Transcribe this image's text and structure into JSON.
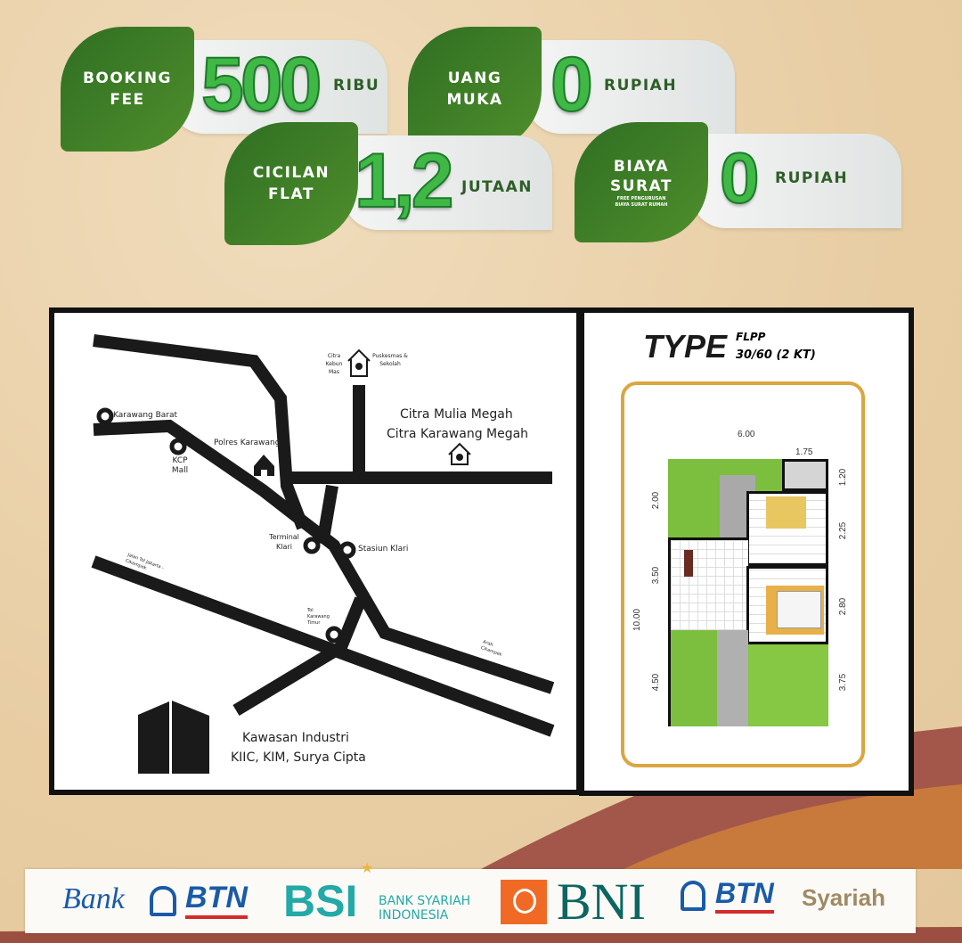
{
  "promos": [
    {
      "title_line1": "BOOKING",
      "title_line2": "FEE",
      "value": "500",
      "unit": "RIBU"
    },
    {
      "title_line1": "UANG",
      "title_line2": "MUKA",
      "value": "0",
      "unit": "RUPIAH"
    },
    {
      "title_line1": "CICILAN",
      "title_line2": "FLAT",
      "value": "1,2",
      "unit": "JUTAAN"
    },
    {
      "title_line1": "BIAYA",
      "title_line2": "SURAT",
      "subtitle": "FREE PENGURUSAN BIAYA SURAT RUMAH",
      "value": "0",
      "unit": "RUPIAH"
    }
  ],
  "map": {
    "labels": {
      "karawang_barat": "Karawang Barat",
      "kcp_mall": "KCP Mall",
      "polres": "Polres Karawang",
      "citra_kebun": "Citra Kebun Mas",
      "puskesmas": "Puskesmas & Sekolah",
      "project1": "Citra Mulia Megah",
      "project2": "Citra Karawang Megah",
      "terminal": "Terminal Klari",
      "stasiun": "Stasiun Klari",
      "toll": "Jalan Tol Jakarta - Cikampek",
      "tol_timur": "Tol Karawang Timur",
      "arah": "Arah Cikampek",
      "industri1": "Kawasan Industri",
      "industri2": "KIIC, KIM, Surya Cipta"
    }
  },
  "floorplan": {
    "type_label": "TYPE",
    "program": "FLPP",
    "size": "30/60 (2 KT)",
    "dims": {
      "width": "6.00",
      "top_right": "1.75",
      "r1": "1.20",
      "r2": "2.25",
      "r3": "2.80",
      "r4": "3.75",
      "l1": "2.00",
      "l2": "3.50",
      "l3": "4.50",
      "total": "10.00"
    }
  },
  "banks": {
    "btn_bank": "Bank",
    "btn": "BTN",
    "bsi": "BSI",
    "bsi_name1": "BANK SYARIAH",
    "bsi_name2": "INDONESIA",
    "bni": "BNI",
    "btn_s": "BTN",
    "syariah": "Syariah"
  },
  "colors": {
    "green": "#2f6e22",
    "bright_green": "#3fb845",
    "btn_blue": "#1a5aa8",
    "bsi_teal": "#23a9a6",
    "bni_teal": "#0d6660",
    "bni_orange": "#f06a25"
  }
}
